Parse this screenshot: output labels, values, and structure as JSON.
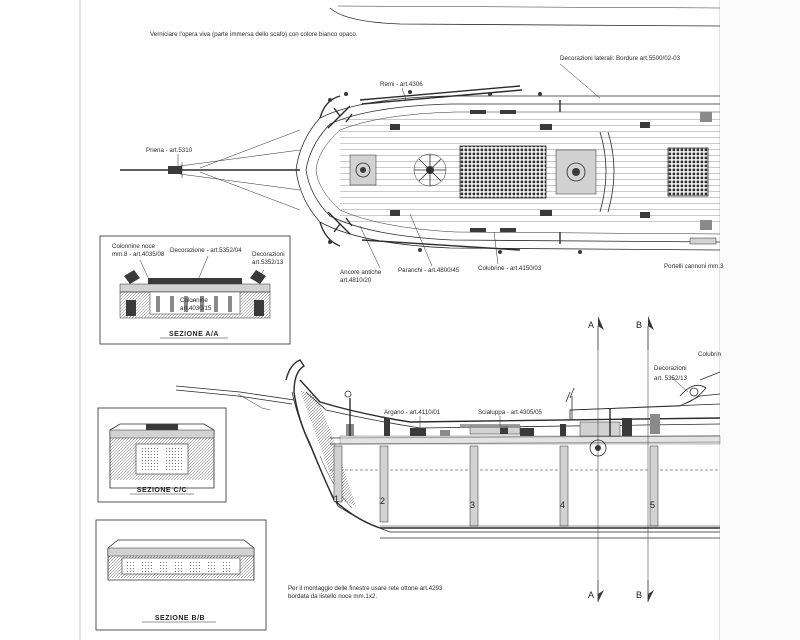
{
  "notes": {
    "top_paint": "Verniciare l'opera viva (parte immersa dello scafo) con colore bianco opaco.",
    "bottom_mount_1": "Per il montaggio delle finestre usare rete ottone art.4293",
    "bottom_mount_2": "bordata da listello noce mm.1x2."
  },
  "plan_labels": {
    "decorazioni_laterali": "Decorazioni laterali: Bordure art.5500/02-03",
    "remi": "Remi - art.4306",
    "prima": "Priena - art.5310",
    "ancore_1": "Ancore antiche",
    "ancore_2": "art.4810/20",
    "paranchi": "Paranchi - art.4800/45",
    "colubrine": "Colubrine - art.4150/03",
    "portelli": "Portelli cannoni mm.3"
  },
  "section_aa": {
    "title": "SEZIONE  A/A",
    "colonnine_1a": "Colonnine noce",
    "colonnine_1b": "mm.8 - art.4035/08",
    "decorazione": "Decorazione - art.5352/04",
    "decorazioni_1": "Decorazioni",
    "decorazioni_2": "art.5352/13",
    "colonnine_2a": "Colonnine",
    "colonnine_2b": "art.4030/15"
  },
  "section_cc": {
    "title": "SEZIONE  C/C"
  },
  "section_bb": {
    "title": "SEZIONE  B/B"
  },
  "profile_labels": {
    "argano": "Argano - art.4110/01",
    "scialuppa": "Scialuppa - art.4305/05",
    "decorazioni_1": "Decorazioni",
    "decorazioni_2": "art. 5352/13",
    "colubrine": "Colubrin"
  },
  "section_markers": {
    "a_top": "A",
    "b_top": "B",
    "a_bottom": "A",
    "b_bottom": "B"
  },
  "frame_numbers": [
    "1",
    "2",
    "3",
    "4",
    "5"
  ]
}
